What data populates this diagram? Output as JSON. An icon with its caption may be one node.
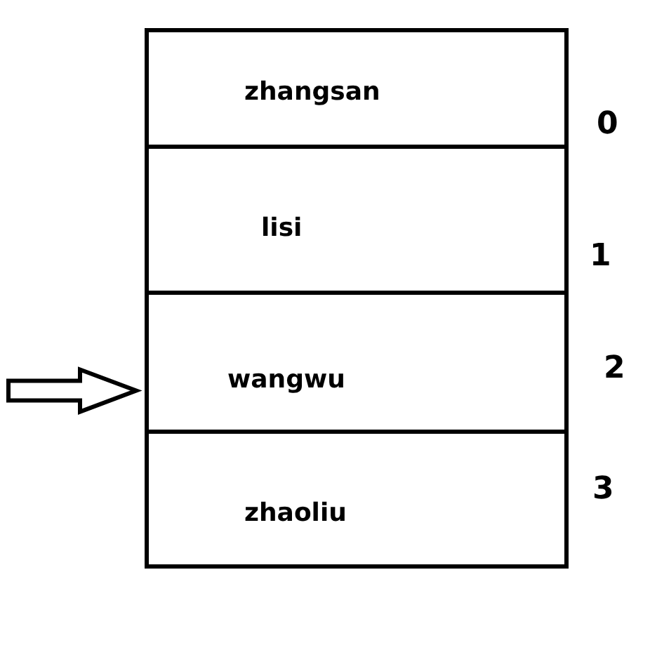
{
  "diagram": {
    "nodes": [
      {
        "text": [
          "zhangsan"
        ],
        "beside": [
          "0"
        ]
      },
      {
        "text": [
          "lisi"
        ],
        "beside": [
          "1"
        ]
      },
      {
        "text": [
          "wangwu"
        ],
        "beside": [
          "2"
        ]
      },
      {
        "text": [
          "zhaoliu"
        ],
        "beside": [
          "3"
        ]
      }
    ],
    "edges": [
      {
        "from": null,
        "to": 2,
        "arrow": "to"
      }
    ]
  }
}
